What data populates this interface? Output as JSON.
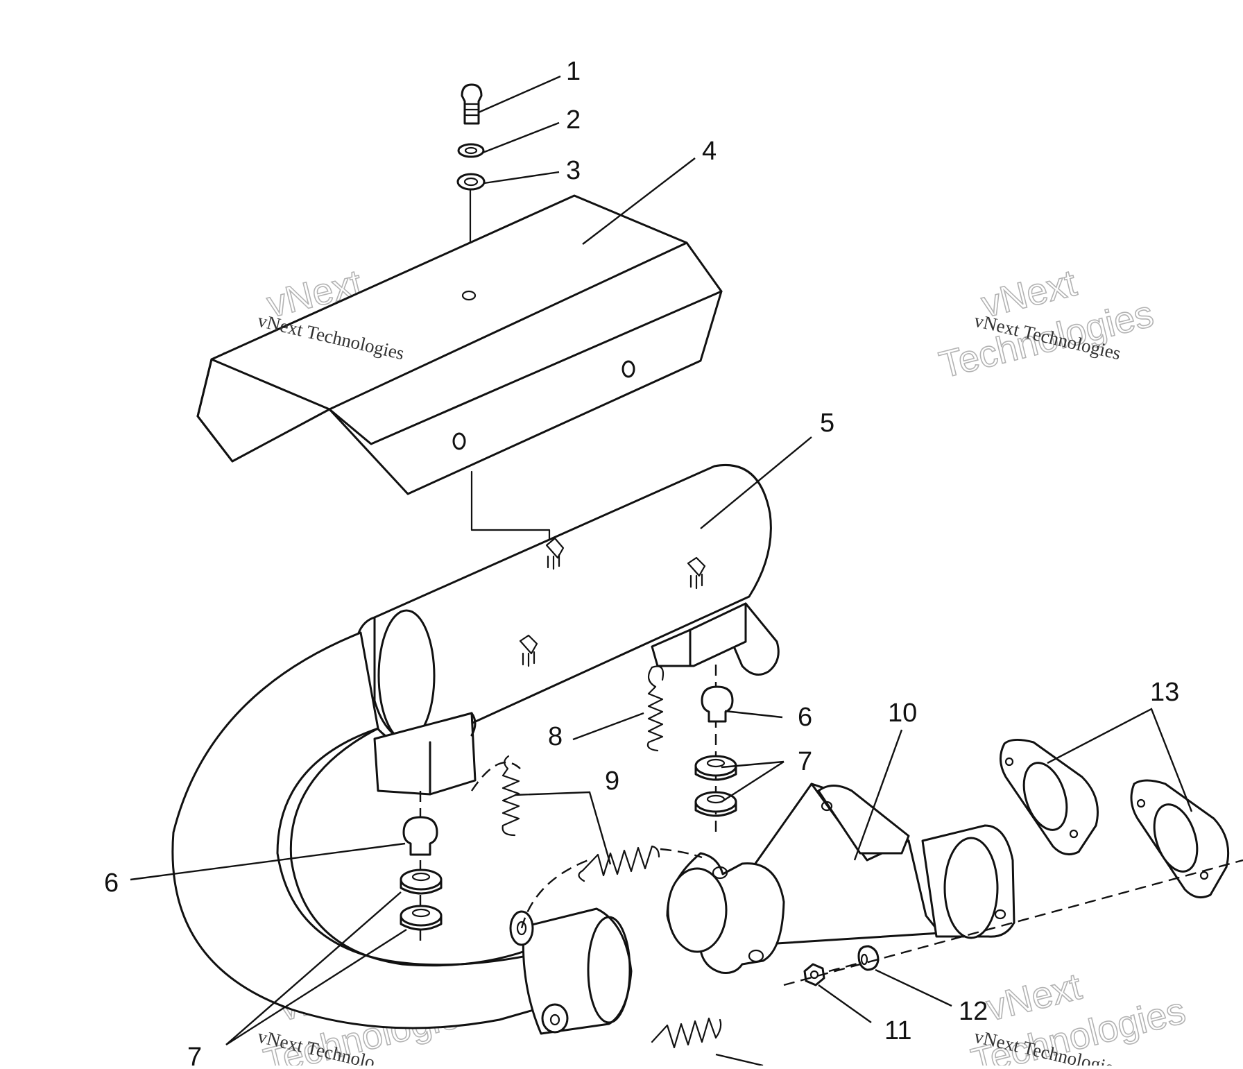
{
  "diagram": {
    "callouts": [
      {
        "id": "c1",
        "label": "1"
      },
      {
        "id": "c2",
        "label": "2"
      },
      {
        "id": "c3",
        "label": "3"
      },
      {
        "id": "c4",
        "label": "4"
      },
      {
        "id": "c5",
        "label": "5"
      },
      {
        "id": "c6a",
        "label": "6"
      },
      {
        "id": "c7a",
        "label": "7"
      },
      {
        "id": "c8",
        "label": "8"
      },
      {
        "id": "c9",
        "label": "9"
      },
      {
        "id": "c10",
        "label": "10"
      },
      {
        "id": "c13",
        "label": "13"
      },
      {
        "id": "c6b",
        "label": "6"
      },
      {
        "id": "c12",
        "label": "12"
      },
      {
        "id": "c11",
        "label": "11"
      },
      {
        "id": "c7b",
        "label": "7"
      }
    ],
    "watermarks": [
      {
        "id": "wm1",
        "line1": "vNext",
        "line2": "Technologies",
        "caption": "vNext Technologies"
      },
      {
        "id": "wm2",
        "line1": "vNext",
        "line2": "Technologies",
        "caption": "vNext Technologies"
      },
      {
        "id": "wm3",
        "line1": "vNext",
        "line2": "Technologies",
        "caption": "vNext Technolo"
      },
      {
        "id": "wm4",
        "line1": "vNext",
        "line2": "Technologies",
        "caption": "vNext Technologies"
      }
    ],
    "colors": {
      "ink": "#111111",
      "background": "#ffffff",
      "watermark": "#b3b3b3"
    }
  }
}
